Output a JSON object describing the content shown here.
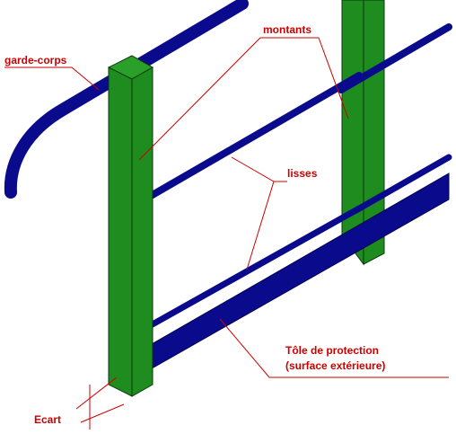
{
  "labels": {
    "garde_corps": "garde-corps",
    "montants": "montants",
    "lisses": "lisses",
    "tole_line1": "Tôle de protection",
    "tole_line2": "(surface extérieure)",
    "ecart": "Ecart"
  },
  "colors": {
    "rail_blue": "#0a0a8c",
    "post_green": "#1e8c1e",
    "post_green_dark": "#157015",
    "label_red": "#cc0000",
    "leader_red": "#cc0000"
  }
}
